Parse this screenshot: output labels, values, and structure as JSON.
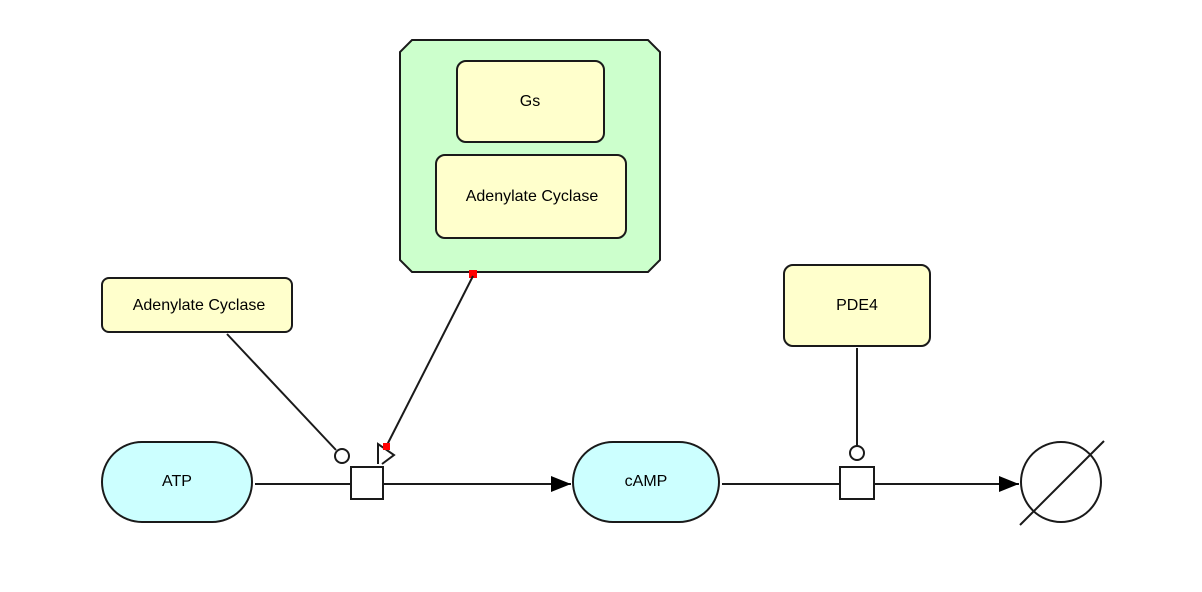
{
  "colors": {
    "macromolecule_fill": "#ffffcc",
    "simple_chemical_fill": "#ccffff",
    "complex_fill": "#ccffcc",
    "stroke": "#1a1a1a",
    "port_marker": "#ff0000",
    "background": "#ffffff"
  },
  "nodes": {
    "complex": {
      "gs_label": "Gs",
      "adenylate_cyclase_label": "Adenylate Cyclase"
    },
    "adenylate_cyclase": {
      "label": "Adenylate Cyclase"
    },
    "pde4": {
      "label": "PDE4"
    },
    "atp": {
      "label": "ATP"
    },
    "camp": {
      "label": "cAMP"
    },
    "degradation": {
      "icon": "source-and-sink-icon"
    }
  },
  "edges": [
    {
      "from": "ATP",
      "to": "process-1",
      "type": "consumption"
    },
    {
      "from": "process-1",
      "to": "cAMP",
      "type": "production"
    },
    {
      "from": "Adenylate Cyclase",
      "to": "process-1",
      "type": "catalysis"
    },
    {
      "from": "Gs:Adenylate Cyclase complex",
      "to": "process-1",
      "type": "necessary-stimulation"
    },
    {
      "from": "cAMP",
      "to": "process-2",
      "type": "consumption"
    },
    {
      "from": "process-2",
      "to": "degradation",
      "type": "production"
    },
    {
      "from": "PDE4",
      "to": "process-2",
      "type": "catalysis"
    }
  ]
}
